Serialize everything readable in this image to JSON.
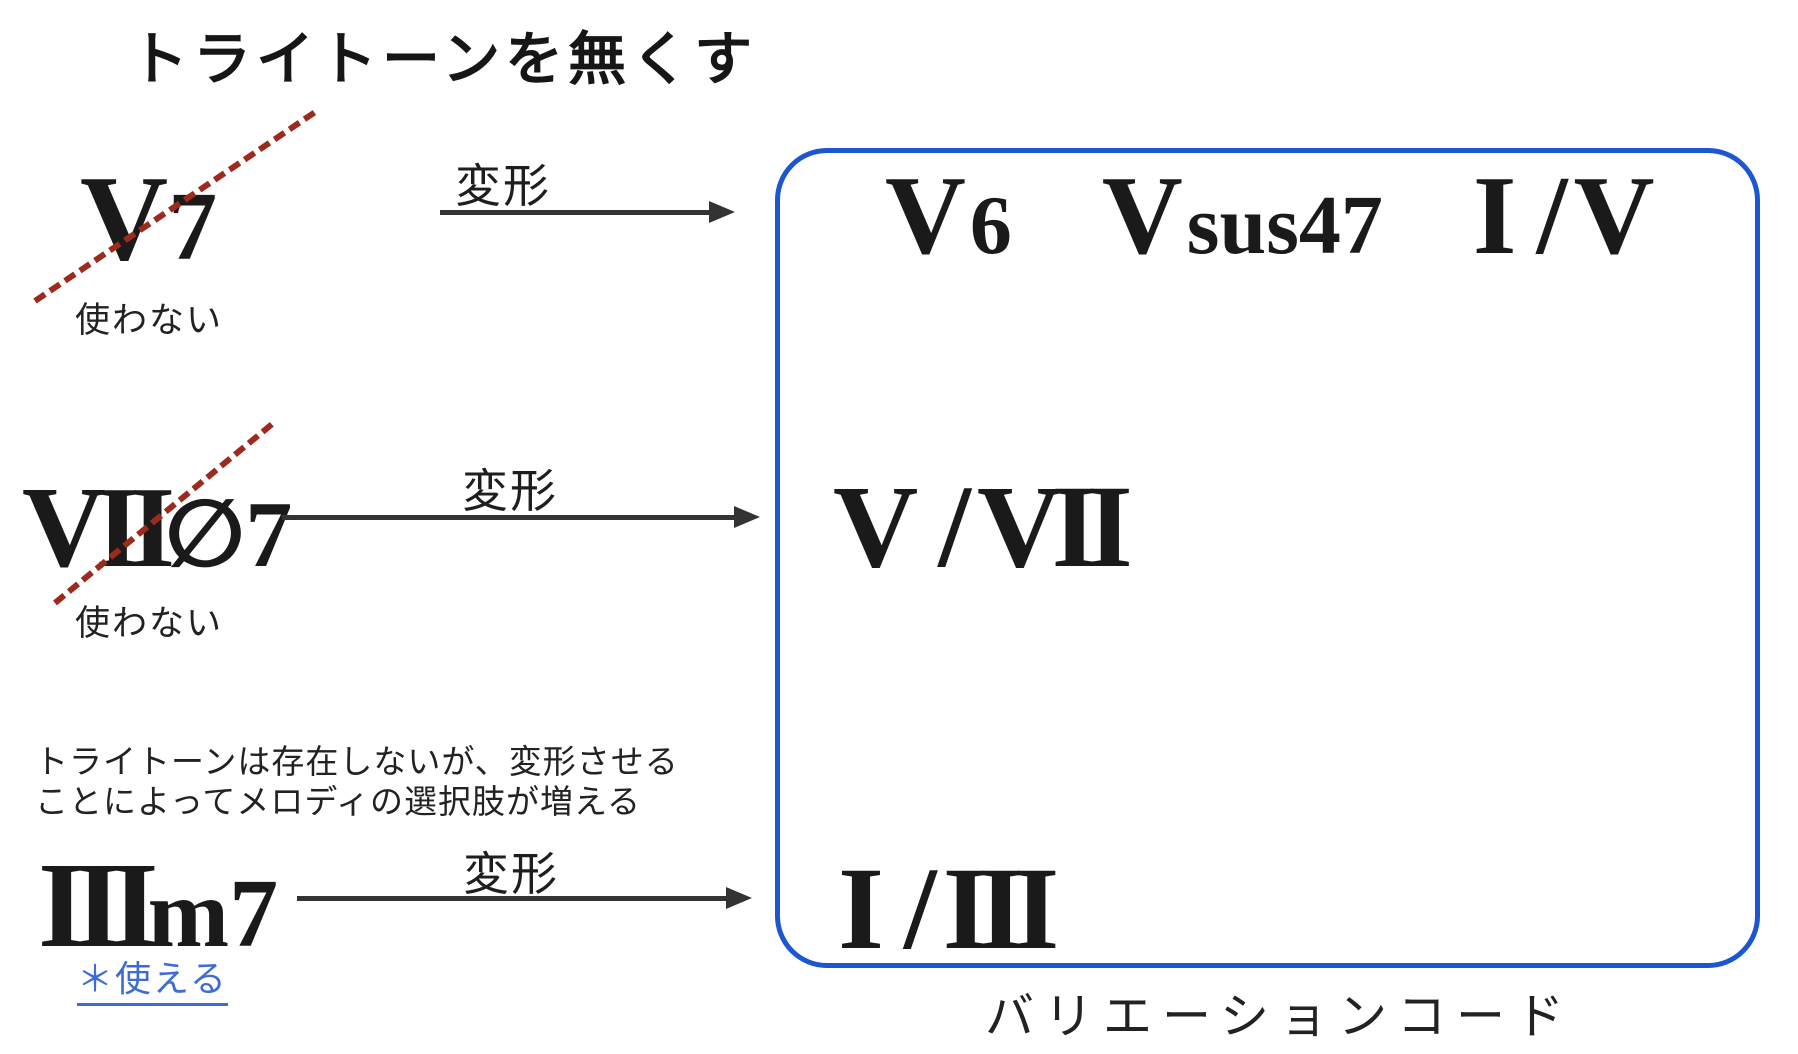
{
  "title": "トライトーンを無くす",
  "transform_label": "変形",
  "sources": {
    "v7": {
      "numeral": "V",
      "suffix": "7",
      "note": "使わない"
    },
    "vii_halfdim7": {
      "numeral": "VII",
      "suffix": "∅7",
      "note": "使わない"
    },
    "iii_m7": {
      "numeral": "III",
      "suffix": "m7",
      "note": "＊使える",
      "annotation_line1": "トライトーンは存在しないが、変形させる",
      "annotation_line2": "ことによってメロディの選択肢が増える"
    }
  },
  "variation_box": {
    "caption": "バリエーションコード",
    "row1": {
      "item1": {
        "main": "V",
        "sub": "6"
      },
      "item2": {
        "main": "V",
        "sub": "sus47"
      },
      "item3": {
        "left": "I",
        "slash": "/",
        "right": "V"
      }
    },
    "row2": {
      "left": "V",
      "slash": "/",
      "right": "VII"
    },
    "row3": {
      "left": "I",
      "slash": "/",
      "right": "III"
    }
  },
  "colors": {
    "box_border": "#1c56d1",
    "strike_red": "#9c2b1e",
    "arrow": "#333333",
    "link_blue": "#3f6bd5",
    "text": "#1a1a1a"
  }
}
